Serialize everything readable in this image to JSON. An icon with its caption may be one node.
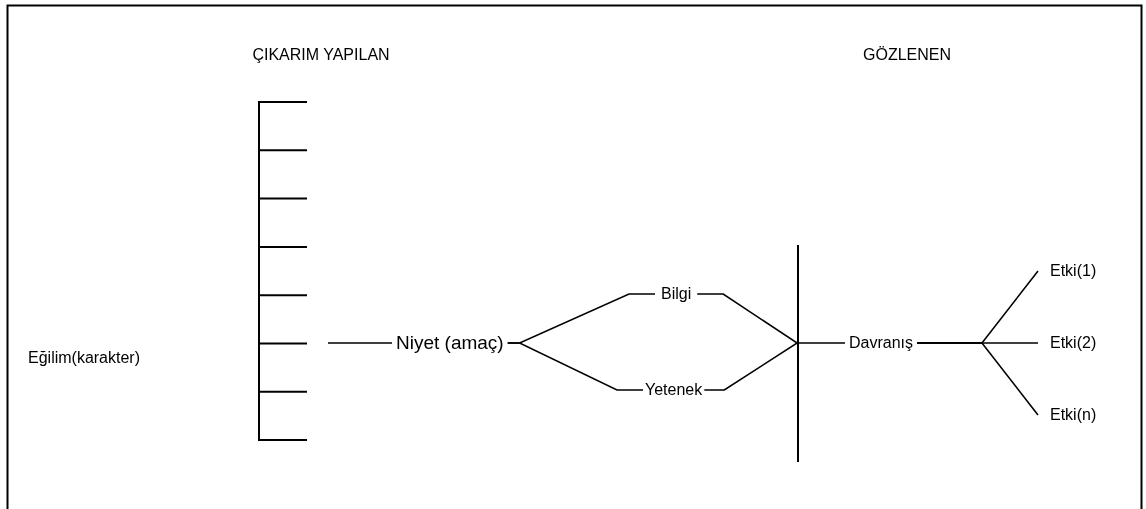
{
  "diagram": {
    "nodes": [
      {
        "text": [
          "Eğilim(karakter)"
        ]
      },
      {
        "text": [
          "Niyet (amaç)"
        ]
      },
      {
        "text": [
          "Bilgi"
        ]
      },
      {
        "text": [
          "Yetenek"
        ]
      },
      {
        "text": [],
        "shape": "bar"
      },
      {
        "text": [
          "Davranış"
        ]
      },
      {
        "text": [
          "Etki(1)"
        ]
      },
      {
        "text": [
          "Etki(2)"
        ]
      },
      {
        "text": [
          "Etki(n)"
        ]
      }
    ],
    "edges": [
      {
        "from": null,
        "to": 1,
        "arrow": "none"
      },
      {
        "from": 1,
        "to": 2,
        "arrow": "none"
      },
      {
        "from": 1,
        "to": 3,
        "arrow": "none"
      },
      {
        "from": 2,
        "to": 4,
        "arrow": "none"
      },
      {
        "from": 3,
        "to": 4,
        "arrow": "none"
      },
      {
        "from": 4,
        "to": 5,
        "arrow": "none"
      },
      {
        "from": 5,
        "to": 6,
        "arrow": "none"
      },
      {
        "from": 5,
        "to": 7,
        "arrow": "none"
      },
      {
        "from": 5,
        "to": 8,
        "arrow": "none"
      }
    ],
    "labels": [
      "ÇIKARIM YAPILAN",
      "GÖZLENEN"
    ]
  }
}
